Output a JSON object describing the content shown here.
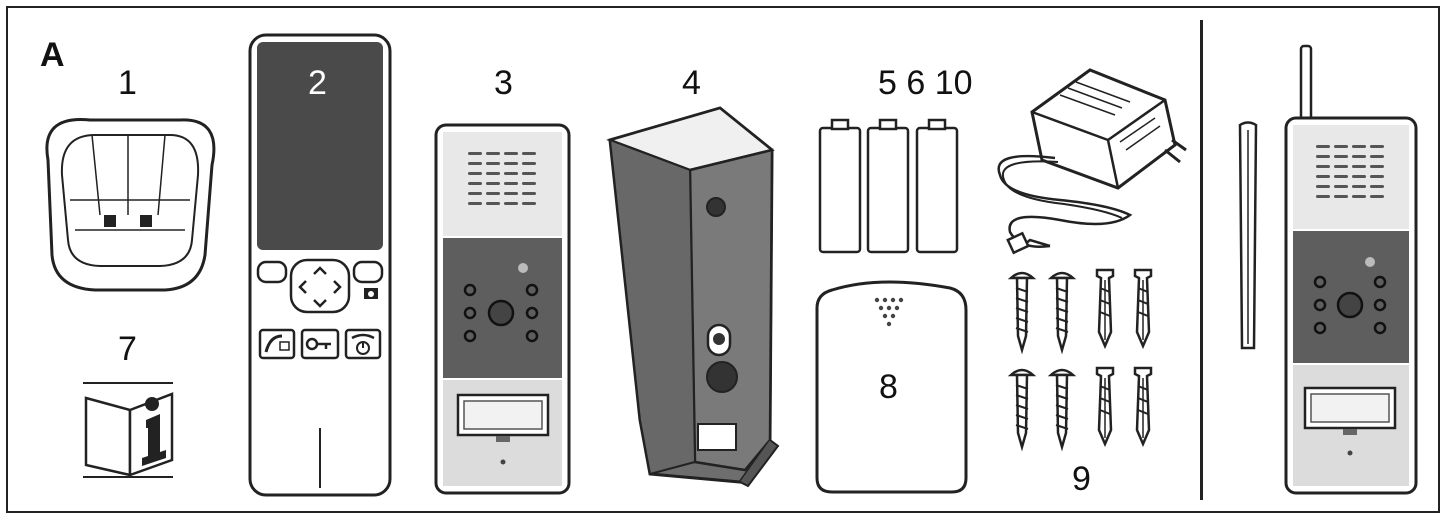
{
  "figure": {
    "panel_label": "A",
    "labels": {
      "item1": "1",
      "item2": "2",
      "item3": "3",
      "item4": "4",
      "item5_6_10": "5 6 10",
      "item7": "7",
      "item8": "8",
      "item9": "9"
    },
    "manual_glyph": "i"
  },
  "colors": {
    "outline": "#222222",
    "screen": "#4a4a4a",
    "panel_dark": "#5e5e5e",
    "panel_light": "#d9d9d9",
    "housing": "#6e6e6e",
    "background": "#ffffff"
  },
  "icons": [
    "base-station-icon",
    "handset-icon",
    "door-station-icon",
    "rain-cover-icon",
    "battery-icon",
    "power-adapter-icon",
    "manual-icon",
    "chime-unit-icon",
    "screw-icon",
    "wall-plug-icon",
    "antenna-icon"
  ]
}
